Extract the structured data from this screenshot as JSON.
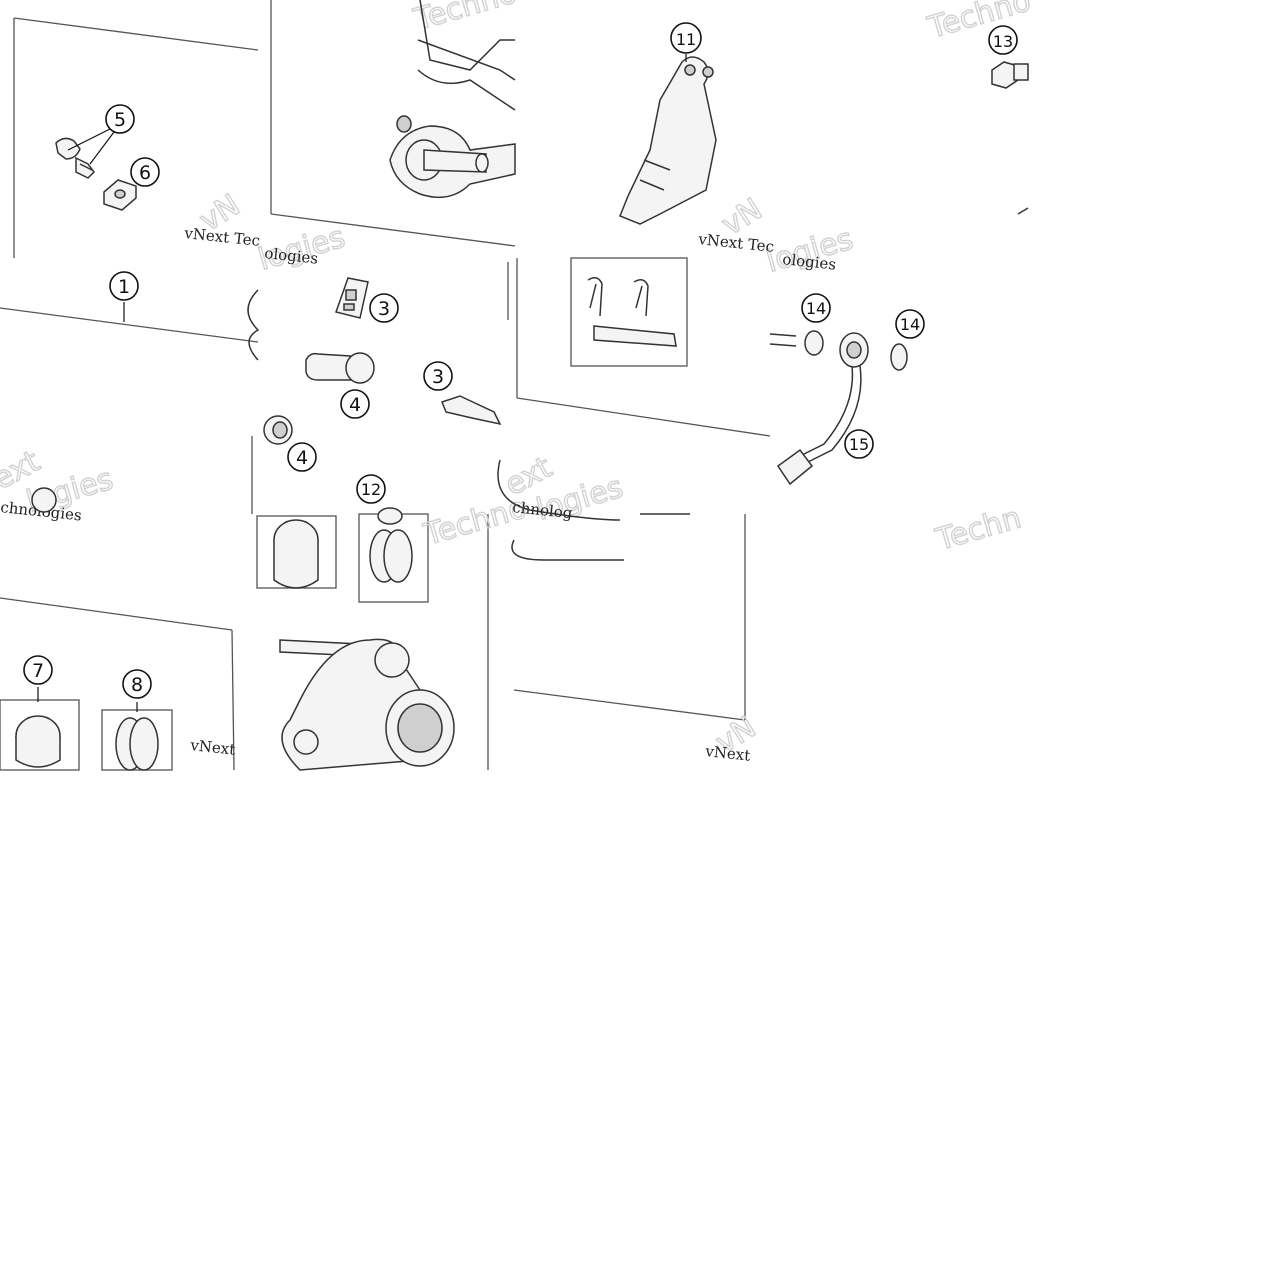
{
  "callouts": [
    {
      "id": "c1",
      "label": "1"
    },
    {
      "id": "c3a",
      "label": "3"
    },
    {
      "id": "c3b",
      "label": "3"
    },
    {
      "id": "c4a",
      "label": "4"
    },
    {
      "id": "c4b",
      "label": "4"
    },
    {
      "id": "c5",
      "label": "5"
    },
    {
      "id": "c6",
      "label": "6"
    },
    {
      "id": "c7",
      "label": "7"
    },
    {
      "id": "c8",
      "label": "8"
    },
    {
      "id": "c11",
      "label": "11"
    },
    {
      "id": "c12",
      "label": "12"
    },
    {
      "id": "c13",
      "label": "13"
    },
    {
      "id": "c14a",
      "label": "14"
    },
    {
      "id": "c14b",
      "label": "14"
    },
    {
      "id": "c15",
      "label": "15"
    }
  ],
  "watermarks": {
    "brand_word": "Techno",
    "brand_word_alt": "Techn",
    "brand_next": "Next",
    "brand_ext": "ext",
    "brand_logies": "logies",
    "brand_nologies": "nologies",
    "brand_hnologies": "hnologies",
    "brand_v": "vN",
    "signature_1": "vNext Tec",
    "signature_2": "vNext Tec",
    "signature_3": "vNext",
    "signature_4": "vNext",
    "tail_1": "ologies",
    "tail_2": "chnologies",
    "tail_3": "chnolog"
  }
}
